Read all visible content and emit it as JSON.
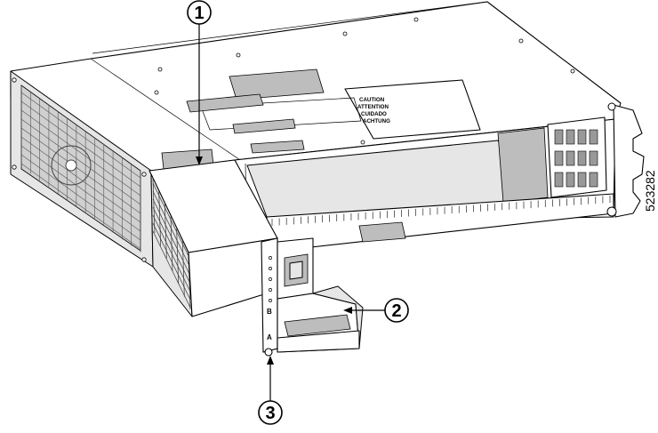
{
  "callouts": [
    {
      "number": "1"
    },
    {
      "number": "2"
    },
    {
      "number": "3"
    }
  ],
  "caution_label": {
    "lines": [
      "CAUTION",
      "ATTENTION",
      "CUIDADO",
      "ACHTUNG"
    ]
  },
  "figure_id": "523282",
  "faceplate_letters": [
    "B",
    "A"
  ]
}
